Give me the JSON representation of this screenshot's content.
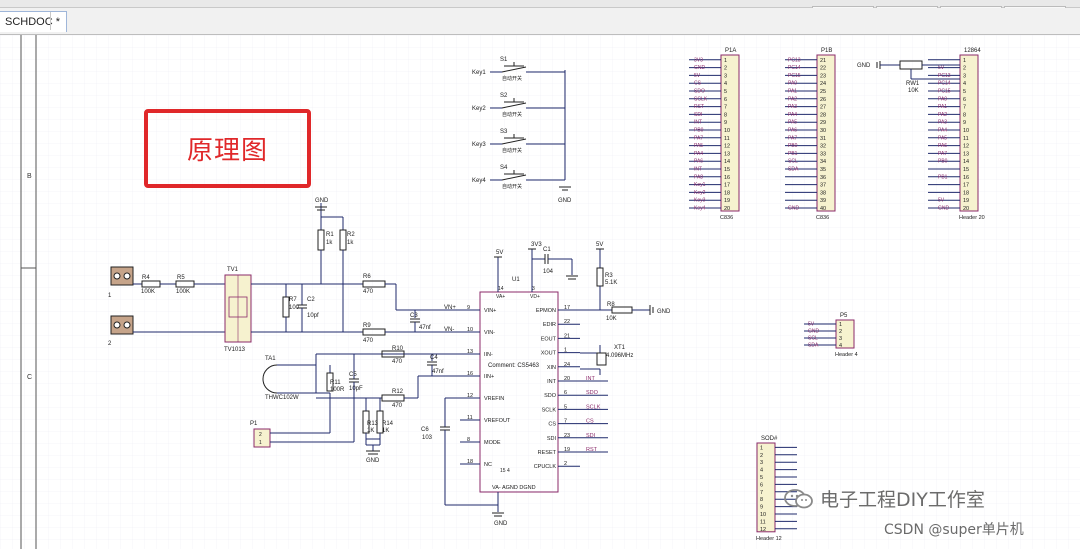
{
  "tab": {
    "title": "SCHDOC *"
  },
  "annotation": {
    "title": "原理图"
  },
  "border": {
    "row_b": "B",
    "row_c": "C"
  },
  "watermark": {
    "channel": "电子工程DIY工作室",
    "csdn": "CSDN @super单片机"
  },
  "switches": [
    {
      "net": "Key1",
      "ref": "S1",
      "desc": "自动开关"
    },
    {
      "net": "Key2",
      "ref": "S2",
      "desc": "自动开关"
    },
    {
      "net": "Key3",
      "ref": "S3",
      "desc": "自动开关"
    },
    {
      "net": "Key4",
      "ref": "S4",
      "desc": "自动开关"
    }
  ],
  "gnd": "GND",
  "p1a": {
    "ref": "P1A",
    "foot": "C836",
    "nets": [
      "3V3",
      "GND",
      "5V",
      "CS",
      "SDO",
      "SCLK",
      "RST",
      "SDI",
      "INT",
      "PB0",
      "PA7",
      "PA5",
      "PA4",
      "PA6",
      "INT",
      "PA8",
      "Key1",
      "Key2",
      "Key3",
      "Key4"
    ],
    "pins": [
      "1",
      "2",
      "3",
      "4",
      "5",
      "6",
      "7",
      "8",
      "9",
      "10",
      "11",
      "12",
      "13",
      "14",
      "15",
      "16",
      "17",
      "18",
      "19",
      "20"
    ]
  },
  "p1b": {
    "ref": "P1B",
    "foot": "C836",
    "nets": [
      "PC13",
      "PC14",
      "PC15",
      "PA0",
      "PA1",
      "PA2",
      "PA3",
      "PA4",
      "PA5",
      "PA6",
      "PA7",
      "PB0",
      "PB1",
      "SCL",
      "SDA",
      "",
      "",
      "",
      "",
      "GND"
    ],
    "pins": [
      "21",
      "22",
      "23",
      "24",
      "25",
      "26",
      "27",
      "28",
      "29",
      "30",
      "31",
      "32",
      "33",
      "34",
      "35",
      "36",
      "37",
      "38",
      "39",
      "40"
    ]
  },
  "j12864": {
    "ref": "12864",
    "foot": "Header 20",
    "nets": [
      "",
      "5V",
      "PC13",
      "PC14",
      "PC15",
      "PA0",
      "PA1",
      "PA2",
      "PA3",
      "PA4",
      "PA5",
      "PA6",
      "PA7",
      "PB0",
      "",
      "PB1",
      "",
      "",
      "5V",
      "GND"
    ],
    "pins": [
      "1",
      "2",
      "3",
      "4",
      "5",
      "6",
      "7",
      "8",
      "9",
      "10",
      "11",
      "12",
      "13",
      "14",
      "15",
      "16",
      "17",
      "18",
      "19",
      "20"
    ]
  },
  "rw1": {
    "ref": "RW1",
    "value": "10K",
    "gnd": "GND"
  },
  "p5": {
    "ref": "P5",
    "foot": "Header 4",
    "nets": [
      "5V",
      "GND",
      "SCL",
      "SDA"
    ],
    "pins": [
      "1",
      "2",
      "3",
      "4"
    ]
  },
  "sod": {
    "ref": "SOD#",
    "foot": "Header 12",
    "pins": [
      "1",
      "2",
      "3",
      "4",
      "5",
      "6",
      "7",
      "8",
      "9",
      "10",
      "11",
      "12"
    ]
  },
  "u1": {
    "ref": "U1",
    "comment": "Comment: CS5463",
    "left": [
      {
        "pin": "9",
        "name": "VIN+"
      },
      {
        "pin": "10",
        "name": "VIN-"
      },
      {
        "pin": "13",
        "name": "IIN-"
      },
      {
        "pin": "16",
        "name": "IIN+"
      },
      {
        "pin": "12",
        "name": "VREFIN"
      },
      {
        "pin": "11",
        "name": "VREFOUT"
      },
      {
        "pin": "8",
        "name": "MODE"
      },
      {
        "pin": "18",
        "name": "NC"
      }
    ],
    "right": [
      {
        "pin": "17",
        "name": "EPMON",
        "net": ""
      },
      {
        "pin": "22",
        "name": "EDIR",
        "net": ""
      },
      {
        "pin": "21",
        "name": "EOUT",
        "net": ""
      },
      {
        "pin": "1",
        "name": "XOUT",
        "net": ""
      },
      {
        "pin": "24",
        "name": "XIN",
        "net": ""
      },
      {
        "pin": "20",
        "name": "INT",
        "net": "INT"
      },
      {
        "pin": "6",
        "name": "SDO",
        "net": "SDO"
      },
      {
        "pin": "5",
        "name": "SCLK",
        "net": "SCLK"
      },
      {
        "pin": "7",
        "name": "CS",
        "net": "CS"
      },
      {
        "pin": "23",
        "name": "SDI",
        "net": "SDI"
      },
      {
        "pin": "19",
        "name": "RESET",
        "net": "RST"
      },
      {
        "pin": "2",
        "name": "CPUCLK",
        "net": ""
      }
    ],
    "top": [
      {
        "pin": "14",
        "name": "VA+"
      },
      {
        "pin": "3",
        "name": "VD+"
      }
    ],
    "bottom": "VA- AGND DGND",
    "bottom_pins": "15 4"
  },
  "supply": {
    "v5": "5V",
    "v3v3": "3V3"
  },
  "parts": {
    "c1": {
      "ref": "C1",
      "value": "104"
    },
    "r3": {
      "ref": "R3",
      "value": "5.1K"
    },
    "r8": {
      "ref": "R8",
      "value": "10K"
    },
    "xt1": {
      "ref": "XT1",
      "value": "4.096MHz"
    },
    "r1": {
      "ref": "R1",
      "value": "1k"
    },
    "r2": {
      "ref": "R2",
      "value": "1k"
    },
    "r4": {
      "ref": "R4",
      "value": "100K"
    },
    "r5": {
      "ref": "R5",
      "value": "100K"
    },
    "r6": {
      "ref": "R6",
      "value": "470"
    },
    "r9": {
      "ref": "R9",
      "value": "470"
    },
    "r7": {
      "ref": "R7",
      "value": "100"
    },
    "c2": {
      "ref": "C2",
      "value": "10pf"
    },
    "c3": {
      "ref": "C3",
      "value": "47nf"
    },
    "tv1": {
      "ref": "TV1",
      "value": "TV1013"
    },
    "ta1": {
      "ref": "TA1",
      "value": "THWC102W"
    },
    "r11": {
      "ref": "R11",
      "value": "100R"
    },
    "c5": {
      "ref": "C5",
      "value": "10pF"
    },
    "r10": {
      "ref": "R10",
      "value": "470"
    },
    "r12": {
      "ref": "R12",
      "value": "470"
    },
    "c4": {
      "ref": "C4",
      "value": "47nf"
    },
    "r13": {
      "ref": "R13",
      "value": "1K"
    },
    "r14": {
      "ref": "R14",
      "value": "1K"
    },
    "c6": {
      "ref": "C6",
      "value": "103"
    },
    "p1": {
      "ref": "P1"
    },
    "vn1": "VN+",
    "vn2": "VN-"
  },
  "terminals": {
    "j1": "1",
    "j2": "2"
  }
}
